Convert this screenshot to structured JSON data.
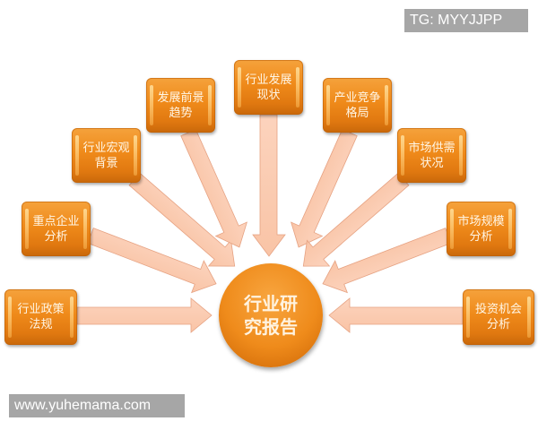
{
  "diagram": {
    "title": "行业研究报告",
    "center": {
      "label": "行业研\n究报告",
      "color": "#ef8b1b"
    },
    "arrow_color": "#fbcdb4",
    "arrow_stroke": "#e9a88a",
    "box_color": "#ef8a1a",
    "nodes": [
      {
        "id": "policy",
        "label": "行业政策\n法规"
      },
      {
        "id": "key-companies",
        "label": "重点企业\n分析"
      },
      {
        "id": "macro",
        "label": "行业宏观\n背景"
      },
      {
        "id": "outlook",
        "label": "发展前景\n趋势"
      },
      {
        "id": "status",
        "label": "行业发展\n现状"
      },
      {
        "id": "competition",
        "label": "产业竞争\n格局"
      },
      {
        "id": "supply-demand",
        "label": "市场供需\n状况"
      },
      {
        "id": "market-size",
        "label": "市场规模\n分析"
      },
      {
        "id": "investment",
        "label": "投资机会\n分析"
      }
    ]
  },
  "watermarks": {
    "top_right": "TG: MYYJJPP",
    "bottom_left": "www.yuhemama.com"
  }
}
